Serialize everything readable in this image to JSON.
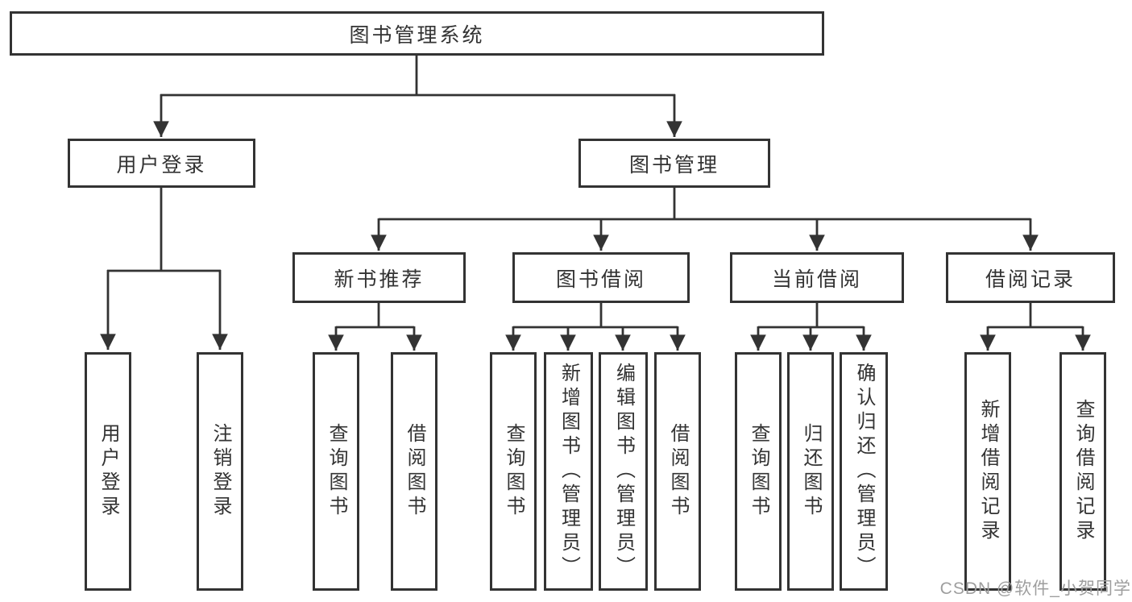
{
  "diagram_title": "图书管理系统",
  "colors": {
    "line": "#333333",
    "box_border": "#333333",
    "text": "#333333",
    "background": "#ffffff",
    "watermark": "#9e9e9e"
  },
  "nodes": {
    "root": "图书管理系统",
    "userLogin": "用户登录",
    "bookMgmt": "图书管理",
    "newBook": "新书推荐",
    "bookBorrow": "图书借阅",
    "currentBorrow": "当前借阅",
    "borrowRecord": "借阅记录",
    "leafUserLogin": "用户登录",
    "leafLogout": "注销登录",
    "leafQueryBook1": "查询图书",
    "leafBorrowBook1": "借阅图书",
    "leafQueryBook2": "查询图书",
    "leafAddBook": "新增图书（管理员）",
    "leafEditBook": "编辑图书（管理员）",
    "leafBorrowBook2": "借阅图书",
    "leafQueryBook3": "查询图书",
    "leafReturnBook": "归还图书",
    "leafConfirmReturn": "确认归还（管理员）",
    "leafAddRecord": "新增借阅记录",
    "leafQueryRecord": "查询借阅记录"
  },
  "edges": {
    "root": [
      "userLogin",
      "bookMgmt"
    ],
    "userLogin": [
      "leafUserLogin",
      "leafLogout"
    ],
    "bookMgmt": [
      "newBook",
      "bookBorrow",
      "currentBorrow",
      "borrowRecord"
    ],
    "newBook": [
      "leafQueryBook1",
      "leafBorrowBook1"
    ],
    "bookBorrow": [
      "leafQueryBook2",
      "leafAddBook",
      "leafEditBook",
      "leafBorrowBook2"
    ],
    "currentBorrow": [
      "leafQueryBook3",
      "leafReturnBook",
      "leafConfirmReturn"
    ],
    "borrowRecord": [
      "leafAddRecord",
      "leafQueryRecord"
    ]
  },
  "watermark": {
    "text": "CSDN @软件_小贺同学"
  }
}
